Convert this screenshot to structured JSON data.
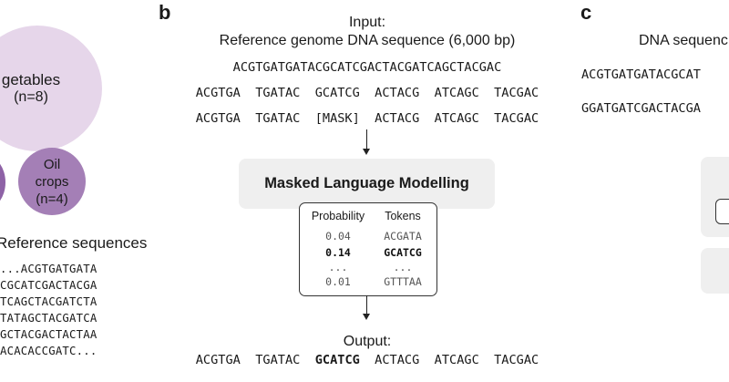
{
  "panel_b": {
    "letter": "b",
    "input_label": "Input:",
    "input_subtitle": "Reference genome DNA sequence (6,000 bp)",
    "sequence_full": "ACGTGATGATACGCATCGACTACGATCAGCTACGAC",
    "sequence_tokens": "ACGTGA  TGATAC  GCATCG  ACTACG  ATCAGC  TACGAC",
    "sequence_masked": "ACGTGA  TGATAC  [MASK]  ACTACG  ATCAGC  TACGAC",
    "model_title": "Masked Language Modelling",
    "table": {
      "header_prob": "Probability",
      "header_tokens": "Tokens",
      "rows": [
        {
          "prob": "0.04",
          "token": "ACGATA",
          "bold": false
        },
        {
          "prob": "0.14",
          "token": "GCATCG",
          "bold": true
        },
        {
          "prob": "...",
          "token": "...",
          "bold": false
        },
        {
          "prob": "0.01",
          "token": "GTTTAA",
          "bold": false
        }
      ]
    },
    "output_label": "Output:",
    "output_before": "ACGTGA  TGATAC  ",
    "output_predicted": "GCATCG",
    "output_after": "  ACTACG  ATCAGC  TACGAC"
  },
  "panel_a": {
    "veg_label": "getables",
    "veg_count": "(n=8)",
    "oil_label_1": "Oil",
    "oil_label_2": "crops",
    "oil_count": "(n=4)",
    "ref_title": "Reference sequences",
    "sequences": [
      "...ACGTGATGATA",
      "CGCATCGACTACGA",
      "TCAGCTACGATCTA",
      "TATAGCTACGATCA",
      "GCTACGACTACTAA",
      "ACACACCGATC..."
    ]
  },
  "panel_c": {
    "letter": "c",
    "title": "DNA sequenc",
    "seq1": "ACGTGATGATACGCAT",
    "seq2": "GGATGATCGACTACGA"
  },
  "colors": {
    "veg_circle": "#e6d6ea",
    "oil_circle": "#a47fb6",
    "box_gray": "#efefef"
  }
}
